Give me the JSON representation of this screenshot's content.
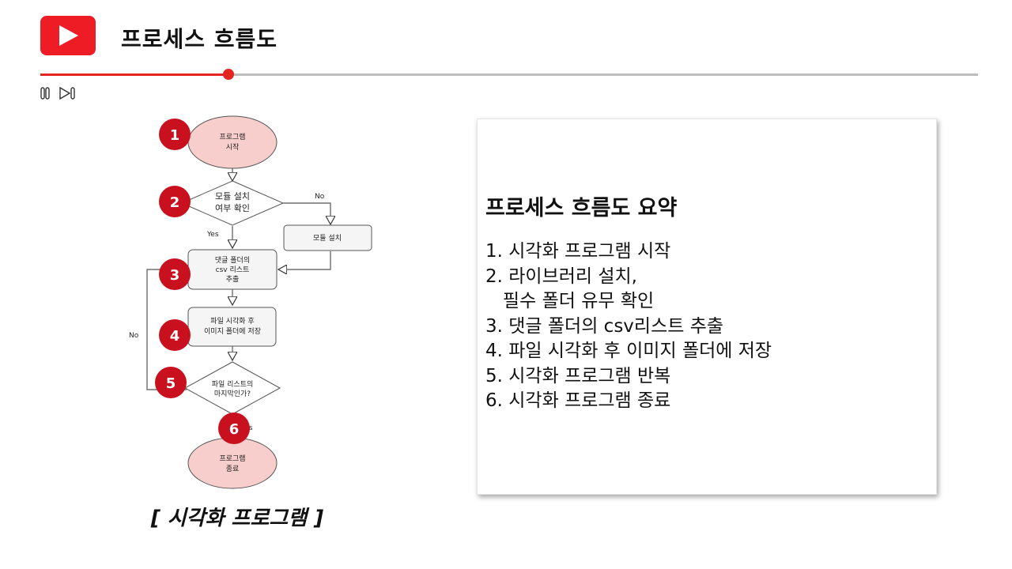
{
  "header": {
    "title": "프로세스 흐름도",
    "progress": 0.201
  },
  "flow": {
    "start": [
      "프로그램",
      "시작"
    ],
    "decision1": [
      "모듈 설치",
      "여부 확인"
    ],
    "install": "모듈 설치",
    "extract": [
      "댓글 폴더의",
      "csv 리스트",
      "추출"
    ],
    "save": [
      "파일 시각화 후",
      "이미지 폴더에 저장"
    ],
    "decision2": [
      "파일 리스트의",
      "마지막인가?"
    ],
    "end": [
      "프로그램",
      "종료"
    ],
    "labels": {
      "no1": "No",
      "yes1": "Yes",
      "no2": "No",
      "yes2": "Yes"
    },
    "markers": [
      "1",
      "2",
      "3",
      "4",
      "5",
      "6"
    ],
    "colors": {
      "marker": "#c8101e",
      "terminal": "#f8cecc",
      "process": "#f5f5f5"
    }
  },
  "caption": "[ 시각화 프로그램 ]",
  "summary": {
    "title": "프로세스 흐름도 요약",
    "items": [
      "1. 시각화 프로그램 시작",
      "2. 라이브러리 설치,",
      "   필수 폴더 유무 확인",
      "3. 댓글 폴더의 csv리스트 추출",
      "4. 파일 시각화 후 이미지 폴더에 저장",
      "5. 시각화 프로그램 반복",
      "6. 시각화 프로그램 종료"
    ]
  },
  "icons": {
    "logo": "play-logo-icon",
    "pause": "pause-icon",
    "next": "skip-next-icon"
  }
}
